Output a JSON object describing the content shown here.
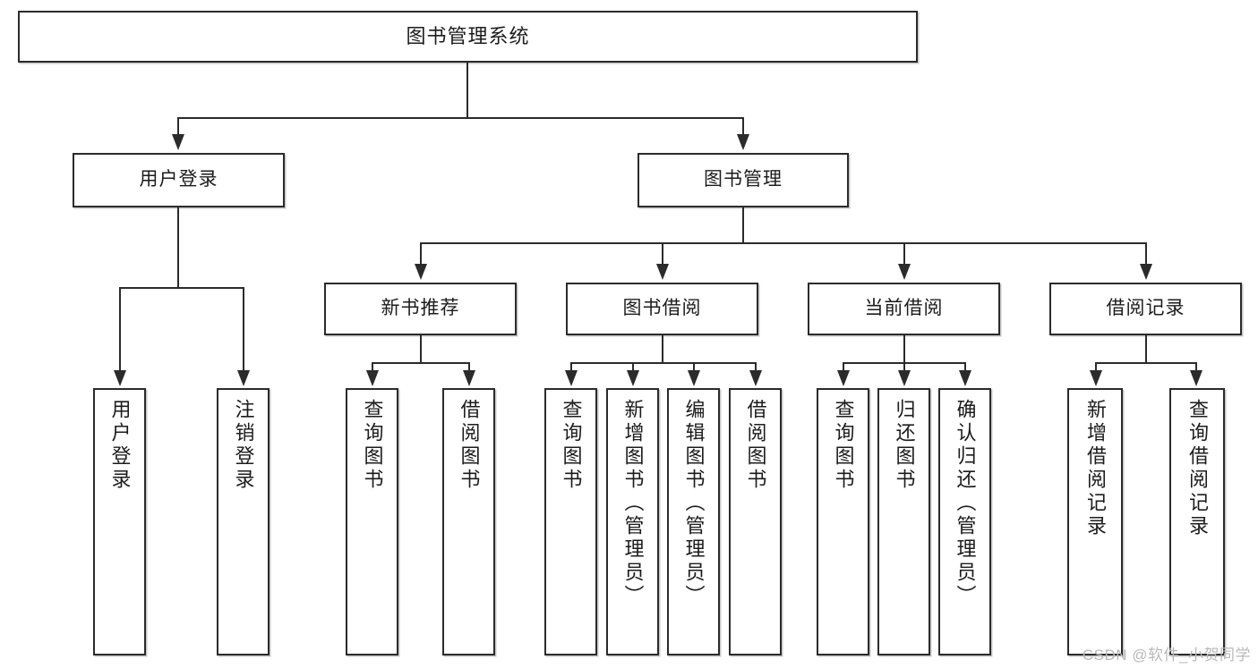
{
  "diagram": {
    "title": "图书管理系统",
    "type": "tree-hierarchy-chart",
    "root": {
      "label": "图书管理系统"
    },
    "level2": [
      {
        "label": "用户登录"
      },
      {
        "label": "图书管理"
      }
    ],
    "level3": [
      {
        "label": "新书推荐"
      },
      {
        "label": "图书借阅"
      },
      {
        "label": "当前借阅"
      },
      {
        "label": "借阅记录"
      }
    ],
    "leaves": {
      "user_login": [
        {
          "label": "用户登录"
        },
        {
          "label": "注销登录"
        }
      ],
      "new_book_recommend": [
        {
          "label": "查询图书"
        },
        {
          "label": "借阅图书"
        }
      ],
      "book_borrow": [
        {
          "label": "查询图书"
        },
        {
          "label": "新增图书（管理员）"
        },
        {
          "label": "编辑图书（管理员）"
        },
        {
          "label": "借阅图书"
        }
      ],
      "current_borrow": [
        {
          "label": "查询图书"
        },
        {
          "label": "归还图书"
        },
        {
          "label": "确认归还（管理员）"
        }
      ],
      "borrow_record": [
        {
          "label": "新增借阅记录"
        },
        {
          "label": "查询借阅记录"
        }
      ]
    }
  },
  "watermark": {
    "text": "CSDN @软件_小贺同学"
  },
  "colors": {
    "stroke": "#2b2b2b",
    "background": "#ffffff",
    "text": "#1c1c1c",
    "watermark": "#b9b9b9"
  }
}
